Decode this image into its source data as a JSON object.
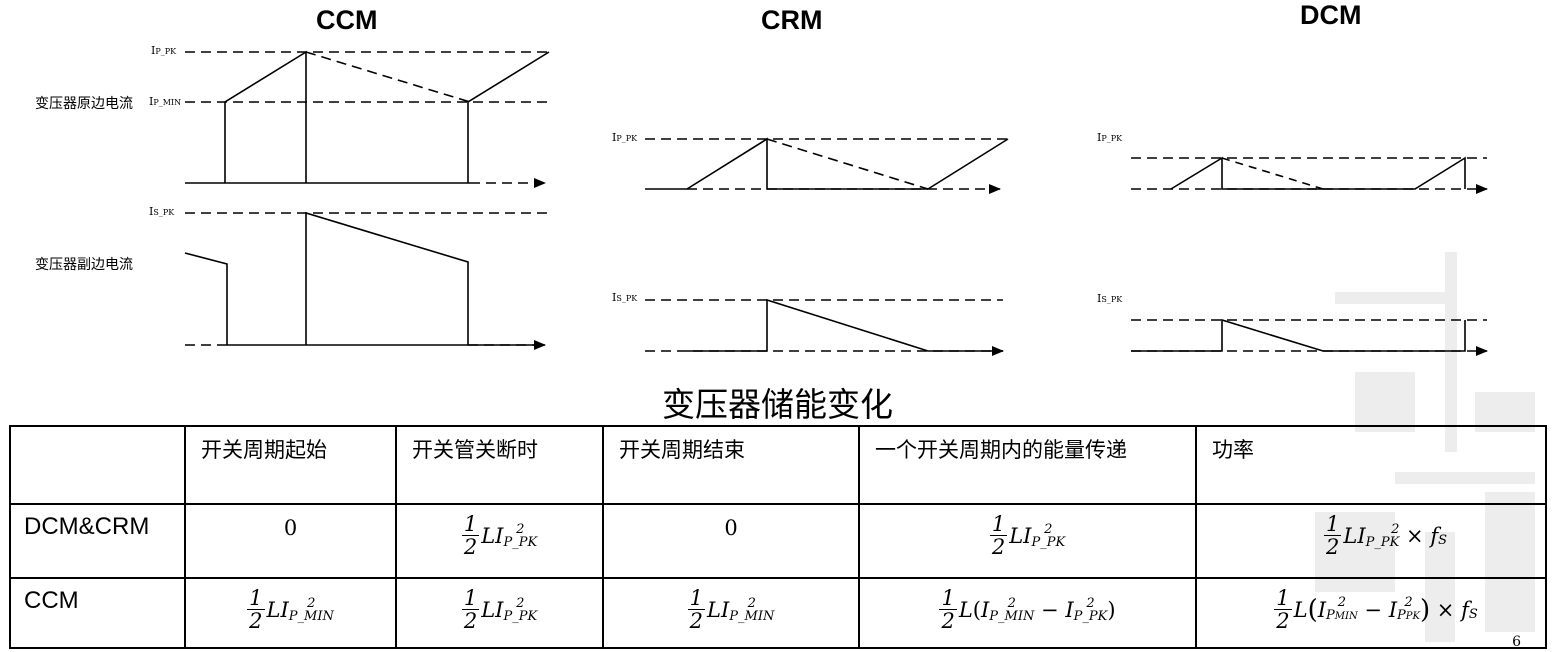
{
  "diagrams": {
    "ccm": {
      "title": "CCM",
      "label_ip_pk": "I",
      "label_ip_pk_sub": "P_PK",
      "label_ip_min": "I",
      "label_ip_min_sub": "P_MIN",
      "label_is_pk": "I",
      "label_is_pk_sub": "S_PK",
      "primary_current_label": "变压器原边电流",
      "secondary_current_label": "变压器副边电流"
    },
    "crm": {
      "title": "CRM",
      "label_ip_pk": "I",
      "label_ip_pk_sub": "P_PK",
      "label_is_pk": "I",
      "label_is_pk_sub": "S_PK"
    },
    "dcm": {
      "title": "DCM",
      "label_ip_pk": "I",
      "label_ip_pk_sub": "P_PK",
      "label_is_pk": "I",
      "label_is_pk_sub": "S_PK"
    }
  },
  "section_title": "变压器储能变化",
  "table": {
    "headers": [
      "",
      "开关周期起始",
      "开关管关断时",
      "开关周期结束",
      "一个开关周期内的能量传递",
      "功率"
    ],
    "rows": [
      {
        "label": "DCM&CRM",
        "cells": [
          "0",
          "1/2 L I²_P_PK",
          "0",
          "1/2 L I²_P_PK",
          "1/2 L I²_P_PK × f_S"
        ]
      },
      {
        "label": "CCM",
        "cells": [
          "1/2 L I²_P_MIN",
          "1/2 L I²_P_PK",
          "1/2 L I²_P_MIN",
          "1/2 L (I²_P_MIN − I²_P_PK)",
          "1/2 L (I²_P_MIN − I²_P_PK) × f_S"
        ]
      }
    ],
    "math_text": {
      "zero": "0",
      "half_num": "1",
      "half_den": "2",
      "L": "L",
      "I": "I",
      "sq": "2",
      "sub_ppk": "P_PK",
      "sub_pmin": "P_MIN",
      "times_fs": "× f",
      "fs_sub": "S",
      "minus": "−",
      "lparen": "(",
      "rparen": ")",
      "sub_pmin_nested": "P",
      "sub_pmin_nested2": "MIN",
      "sub_ppk_nested": "P",
      "sub_ppk_nested2": "PK"
    }
  },
  "page_number": "6",
  "colors": {
    "line": "#000000",
    "background": "#ffffff"
  }
}
